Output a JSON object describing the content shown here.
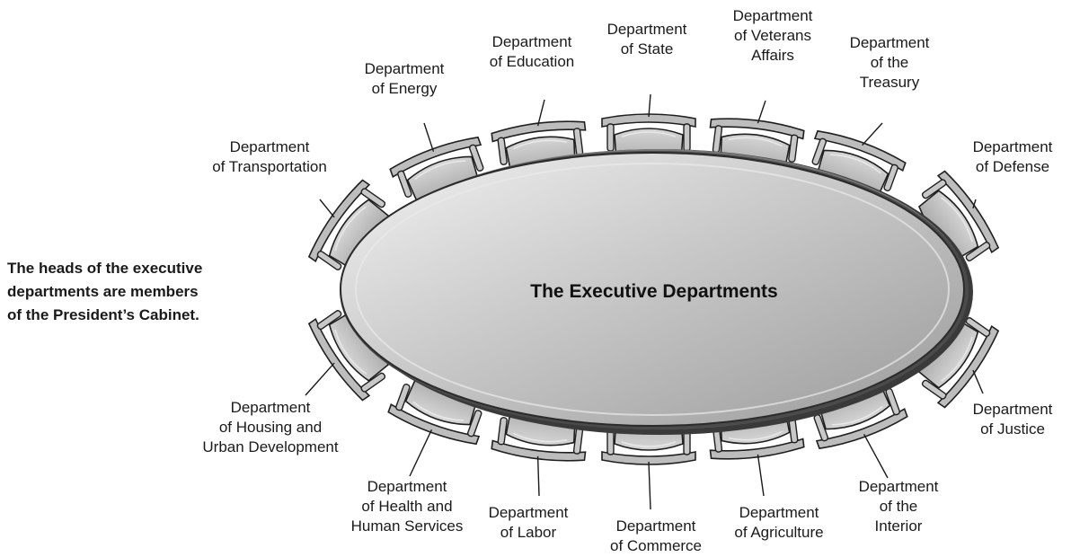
{
  "note": "The heads of the executive\ndepartments are members\nof the President’s Cabinet.",
  "table_title": "The Executive Departments",
  "departments": [
    {
      "id": "energy",
      "text": "Department\nof Energy"
    },
    {
      "id": "education",
      "text": "Department\nof Education"
    },
    {
      "id": "state",
      "text": "Department\nof State"
    },
    {
      "id": "veterans-affairs",
      "text": "Department\nof Veterans\nAffairs"
    },
    {
      "id": "treasury",
      "text": "Department\nof the\nTreasury"
    },
    {
      "id": "transportation",
      "text": "Department\nof Transportation"
    },
    {
      "id": "defense",
      "text": "Department\nof Defense"
    },
    {
      "id": "housing",
      "text": "Department\nof Housing and\nUrban Development"
    },
    {
      "id": "justice",
      "text": "Department\nof Justice"
    },
    {
      "id": "health",
      "text": "Department\nof Health and\nHuman Services"
    },
    {
      "id": "labor",
      "text": "Department\nof Labor"
    },
    {
      "id": "commerce",
      "text": "Department\nof Commerce"
    },
    {
      "id": "agriculture",
      "text": "Department\nof Agriculture"
    },
    {
      "id": "interior",
      "text": "Department\nof the\nInterior"
    }
  ]
}
